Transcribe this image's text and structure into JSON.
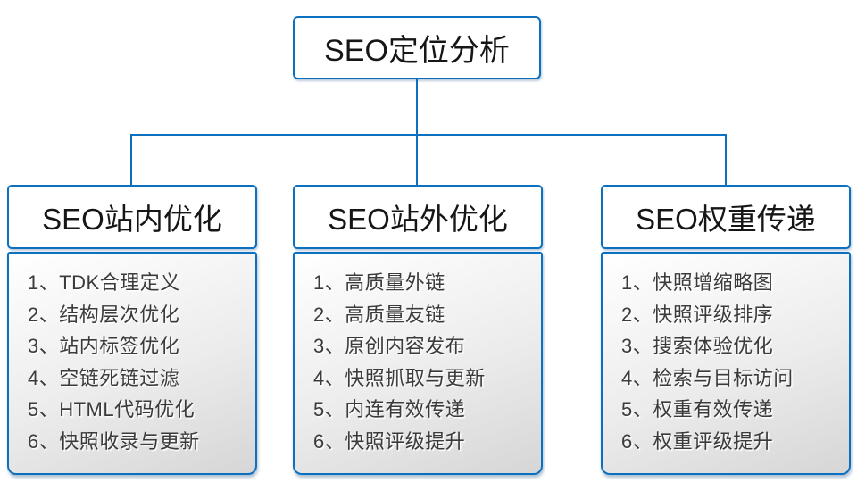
{
  "root": {
    "label": "SEO定位分析"
  },
  "branches": [
    {
      "title": "SEO站内优化",
      "items": [
        "1、TDK合理定义",
        "2、结构层次优化",
        "3、站内标签优化",
        "4、空链死链过滤",
        "5、HTML代码优化",
        "6、快照收录与更新"
      ]
    },
    {
      "title": "SEO站外优化",
      "items": [
        "1、高质量外链",
        "2、高质量友链",
        "3、原创内容发布",
        "4、快照抓取与更新",
        "5、内连有效传递",
        "6、快照评级提升"
      ]
    },
    {
      "title": "SEO权重传递",
      "items": [
        "1、快照增缩略图",
        "2、快照评级排序",
        "3、搜索体验优化",
        "4、检索与目标访问",
        "5、权重有效传递",
        "6、权重评级提升"
      ]
    }
  ],
  "colors": {
    "accent": "#0b70c0",
    "title_text": "#161616",
    "item_text": "#3b3b3b",
    "body_gradient_top": "#ffffff",
    "body_gradient_mid": "#ececec",
    "body_gradient_bottom": "#d6d6d6"
  }
}
